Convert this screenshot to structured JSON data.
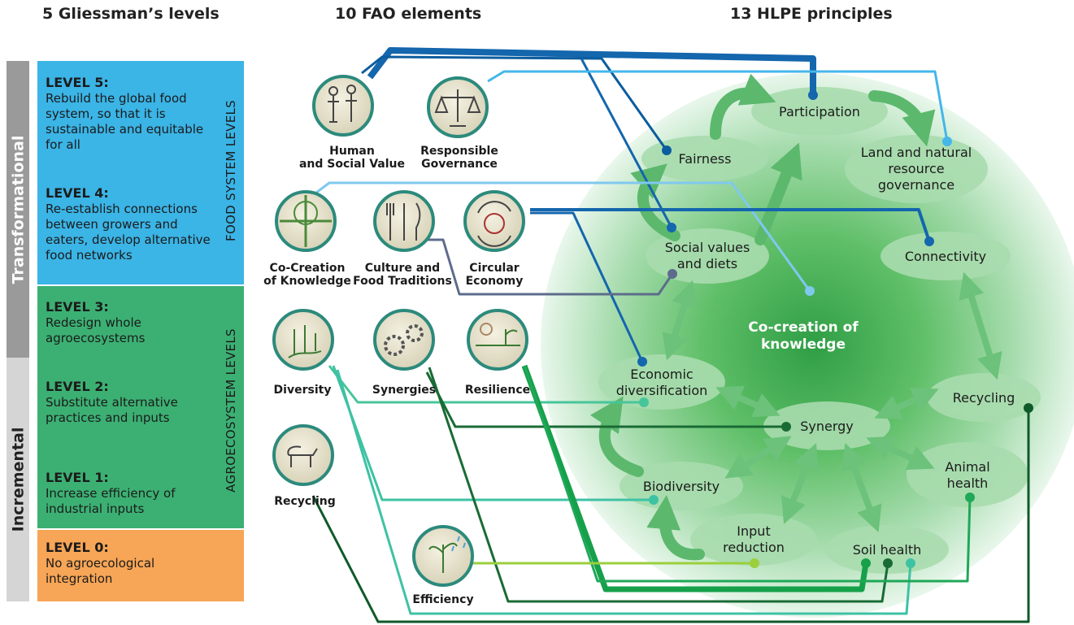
{
  "headers": {
    "gliessman": "5 Gliessman’s levels",
    "fao": "10 FAO elements",
    "hlpe": "13 HLPE principles"
  },
  "side_labels": {
    "transformational": "Transformational",
    "incremental": "Incremental"
  },
  "band_labels": {
    "food_system": "FOOD SYSTEM LEVELS",
    "agroecosystem": "AGROECOSYSTEM LEVELS"
  },
  "levels": [
    {
      "title": "LEVEL 5:",
      "desc": "Rebuild the global food system, so that it is sustainable and equitable for all"
    },
    {
      "title": "LEVEL 4:",
      "desc": "Re-establish connections between growers and eaters, develop alternative food networks"
    },
    {
      "title": "LEVEL 3:",
      "desc": "Redesign whole agroecosystems"
    },
    {
      "title": "LEVEL 2:",
      "desc": "Substitute alternative practices and inputs"
    },
    {
      "title": "LEVEL 1:",
      "desc": "Increase efficiency of industrial inputs"
    },
    {
      "title": "LEVEL 0:",
      "desc": "No agroecological integration"
    }
  ],
  "fao_elements": {
    "human": "Human and Social Value",
    "governance": "Responsible Governance",
    "cocreation": "Co-Creation of Knowledge",
    "culture": "Culture and Food Traditions",
    "circular": "Circular Economy",
    "diversity": "Diversity",
    "synergies": "Synergies",
    "resilience": "Resilience",
    "recycling": "Recycling",
    "efficiency": "Efficiency"
  },
  "hlpe_principles": {
    "participation": "Participation",
    "fairness": "Fairness",
    "land": "Land and natural resource governance",
    "social": "Social values and diets",
    "connectivity": "Connectivity",
    "cocreation": "Co-creation of knowledge",
    "economic": "Economic diversification",
    "recycling": "Recycling",
    "synergy": "Synergy",
    "animal": "Animal health",
    "biodiversity": "Biodiversity",
    "input": "Input reduction",
    "soil": "Soil health"
  },
  "colors": {
    "food_system_band": "#3bb4e6",
    "agroecosystem_band": "#3cb073",
    "level0_band": "#f7a556",
    "transformational_side": "#9a9a9a",
    "incremental_side": "#d5d5d5",
    "sphere_green": "#4caf50",
    "blue_dark": "#0b5c9e",
    "blue_light": "#3fb4e8",
    "green_dark": "#0f5a2a"
  },
  "icons": [
    "people-icon",
    "scales-icon",
    "tree-quadrant-icon",
    "fork-knife-icon",
    "apple-cycle-icon",
    "plants-icon",
    "gears-icon",
    "sun-sprout-icon",
    "cow-icon",
    "plant-rain-icon"
  ]
}
